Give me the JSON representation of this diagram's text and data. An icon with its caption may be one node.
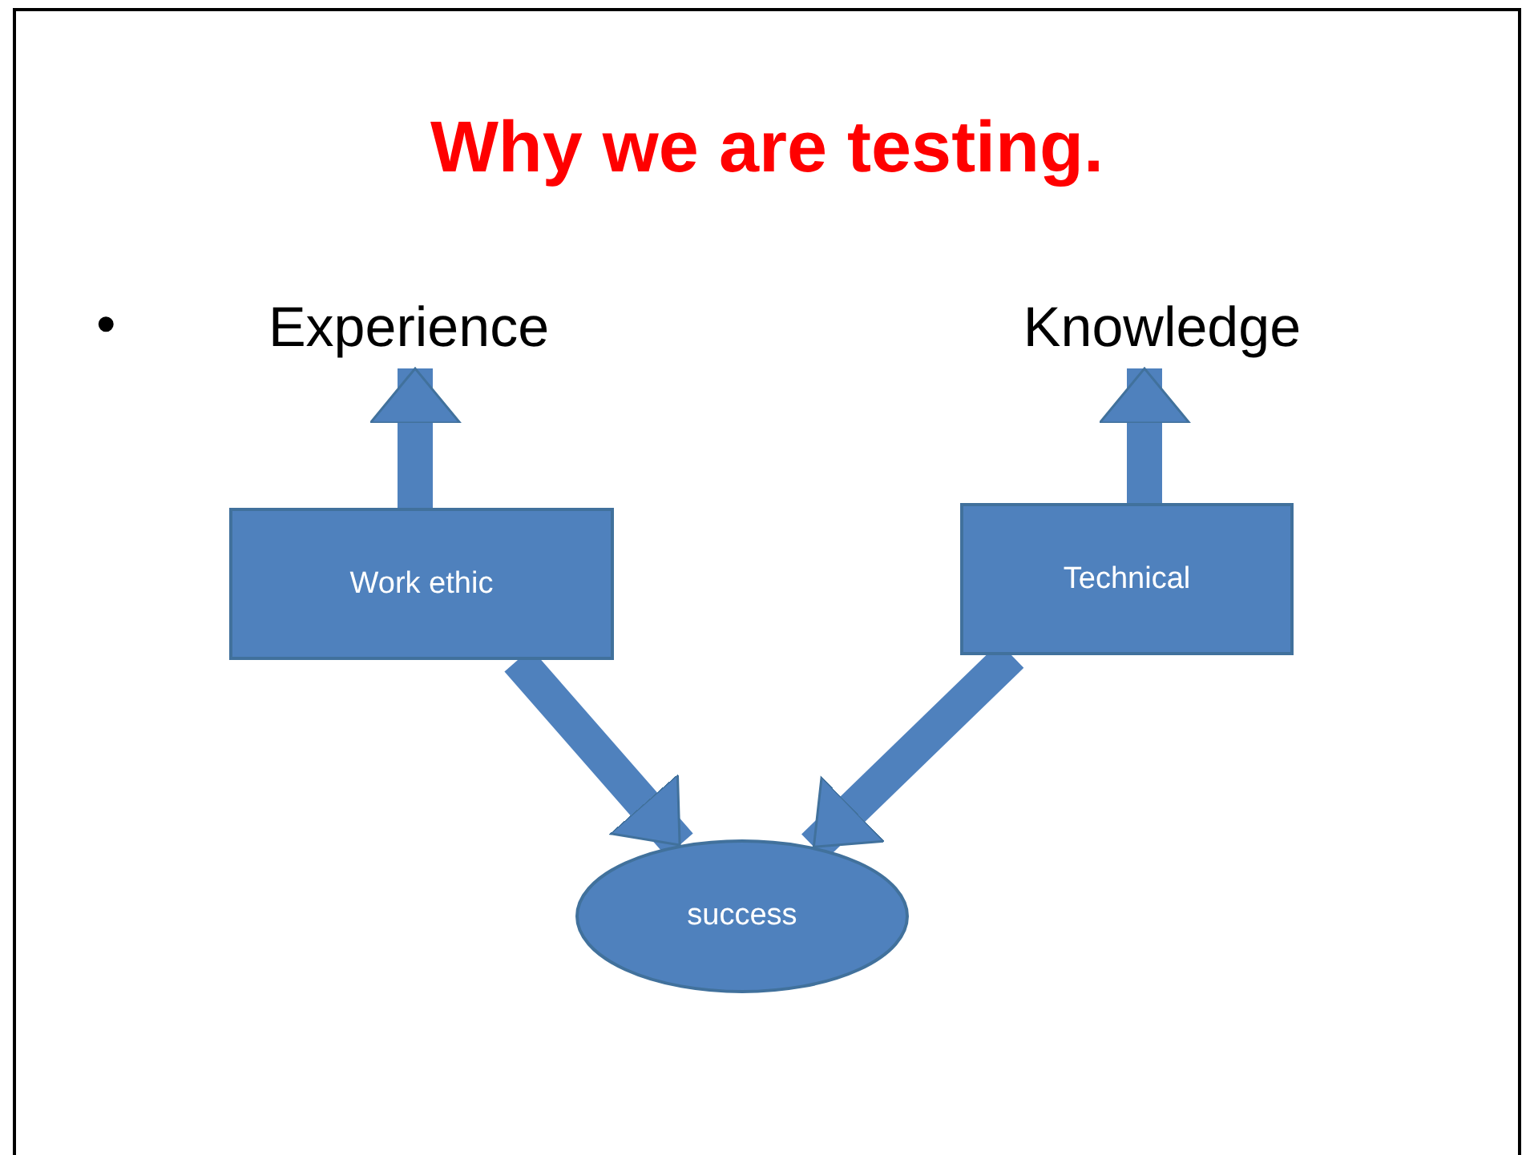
{
  "diagram": {
    "title": "Why we are testing.",
    "nodes": [
      {
        "text": [
          "Experience"
        ]
      },
      {
        "text": [
          "Knowledge"
        ]
      },
      {
        "text": [
          "Work ethic"
        ]
      },
      {
        "text": [
          "Technical"
        ]
      },
      {
        "text": [
          "success"
        ]
      }
    ],
    "edges": [
      {
        "from": 2,
        "to": 0,
        "arrow": "to"
      },
      {
        "from": 3,
        "to": 1,
        "arrow": "to"
      },
      {
        "from": 2,
        "to": 4,
        "arrow": "to"
      },
      {
        "from": 3,
        "to": 4,
        "arrow": "to"
      }
    ],
    "labels": [
      "•"
    ]
  }
}
